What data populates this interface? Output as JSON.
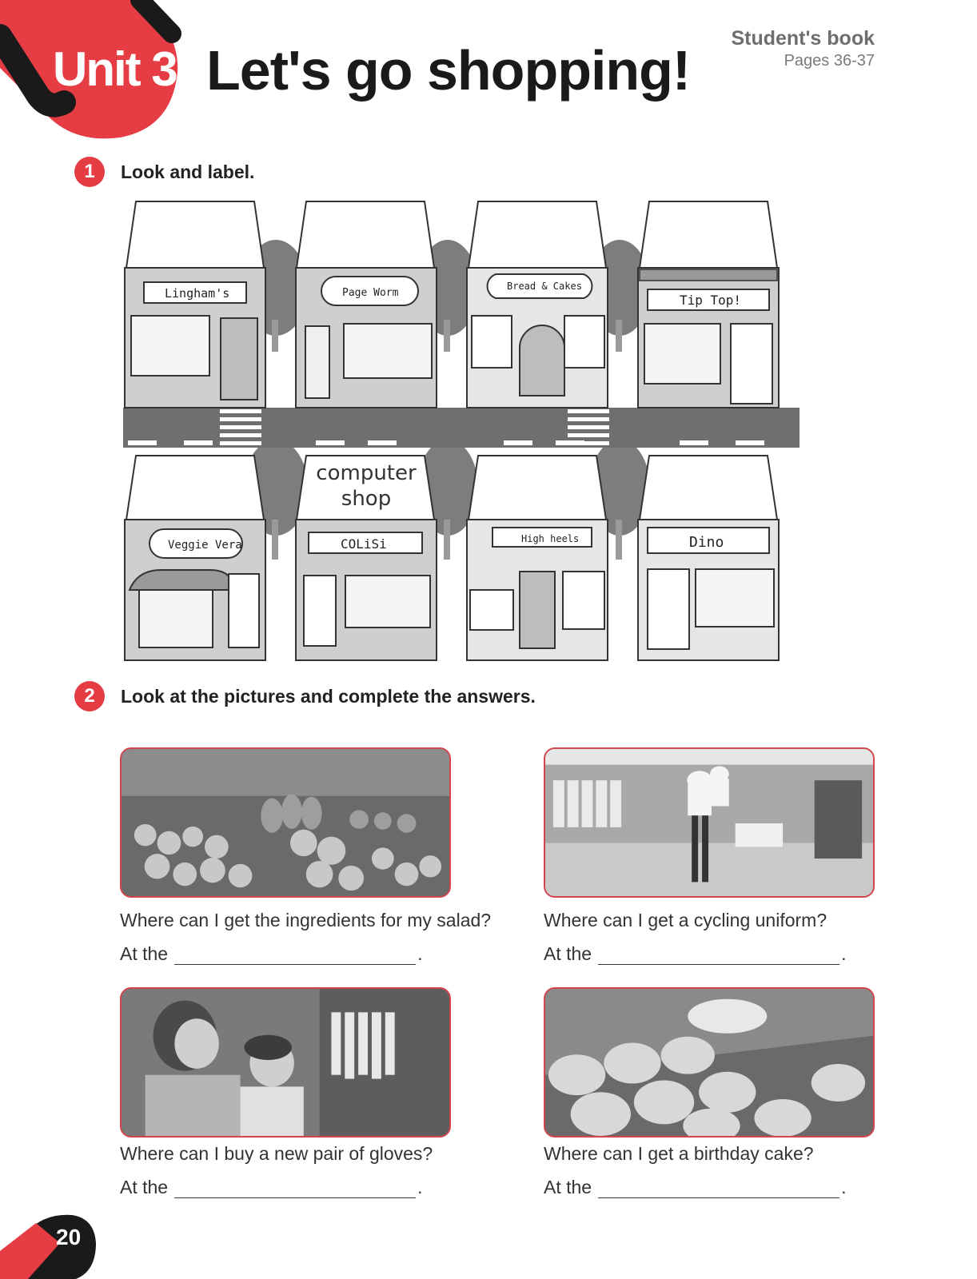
{
  "header": {
    "unit_label": "Unit 3",
    "title": "Let's go shopping!",
    "book_ref": "Student's book",
    "pages_ref": "Pages 36-37"
  },
  "exercise1": {
    "number": "1",
    "instruction": "Look and label.",
    "example_label_line1": "computer",
    "example_label_line2": "shop",
    "shop_signs": [
      "Lingham's",
      "Page Worm",
      "Bread & Cakes",
      "Tip Top!",
      "Veggie Vera",
      "COLiSi",
      "High heels",
      "Dino"
    ]
  },
  "exercise2": {
    "number": "2",
    "instruction": "Look at the pictures and complete the answers.",
    "items": [
      {
        "question": "Where can I get the ingredients for my salad?",
        "answer_prefix": "At the",
        "answer_end": "."
      },
      {
        "question": "Where can I get a cycling uniform?",
        "answer_prefix": "At the",
        "answer_end": "."
      },
      {
        "question": "Where can I buy a new pair of gloves?",
        "answer_prefix": "At the",
        "answer_end": "."
      },
      {
        "question": "Where can I get a birthday cake?",
        "answer_prefix": "At the",
        "answer_end": "."
      }
    ]
  },
  "footer": {
    "page_number": "20"
  },
  "colors": {
    "accent": "#e63c44",
    "text": "#222222",
    "muted": "#6e6e6e"
  }
}
